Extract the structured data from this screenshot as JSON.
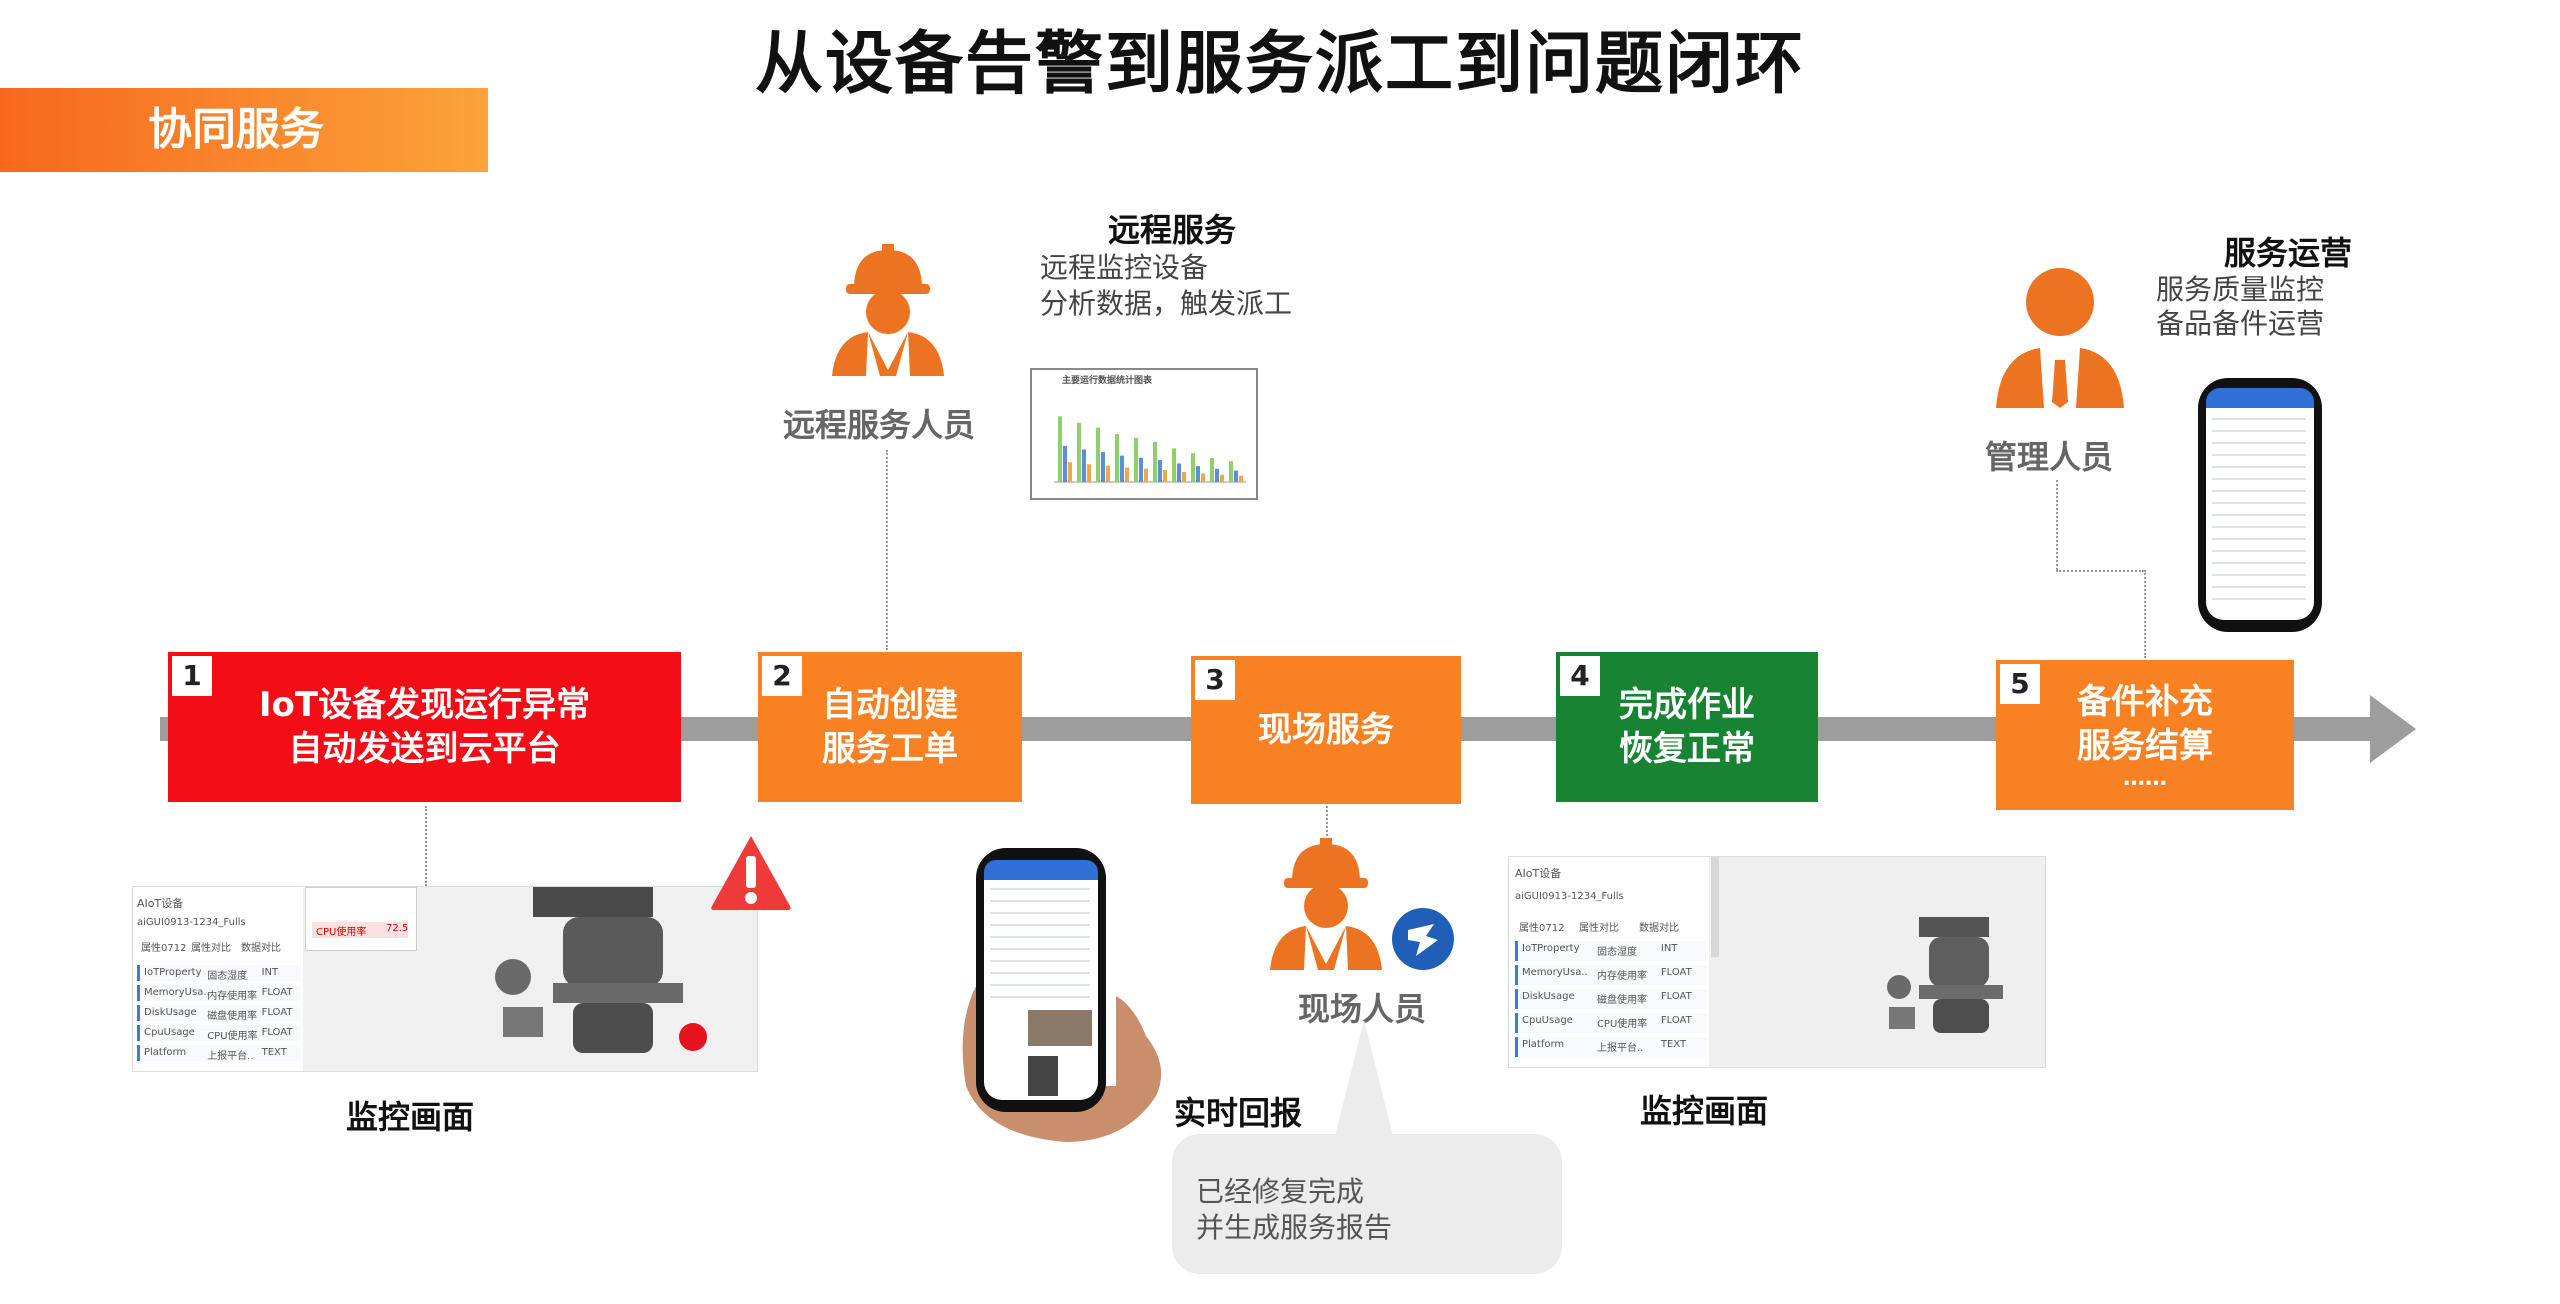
{
  "title": "从设备告警到服务派工到问题闭环",
  "section_tag": "协同服务",
  "steps": [
    {
      "num": "1",
      "line1": "IoT设备发现运行异常",
      "line2": "自动发送到云平台"
    },
    {
      "num": "2",
      "line1": "自动创建",
      "line2": "服务工单"
    },
    {
      "num": "3",
      "line1": "现场服务",
      "line2": ""
    },
    {
      "num": "4",
      "line1": "完成作业",
      "line2": "恢复正常"
    },
    {
      "num": "5",
      "line1": "备件补充",
      "line2": "服务结算",
      "line3": "……"
    }
  ],
  "remote": {
    "role": "远程服务人员",
    "heading": "远程服务",
    "desc1": "远程监控设备",
    "desc2": "分析数据，触发派工",
    "chart_title": "主要运行数据统计图表",
    "bar_heights": [
      0.82,
      0.74,
      0.68,
      0.6,
      0.55,
      0.5,
      0.42,
      0.36,
      0.3,
      0.26
    ]
  },
  "manager": {
    "role": "管理人员",
    "heading": "服务运营",
    "desc1": "服务质量监控",
    "desc2": "备品备件运营"
  },
  "field": {
    "role": "现场人员",
    "report_label": "实时回报",
    "bubble1": "已经修复完成",
    "bubble2": "并生成服务报告"
  },
  "monitor_left": {
    "caption": "监控画面",
    "header": "AIoT设备",
    "device": "aiGUI0913-1234_Fulls",
    "tabs": [
      "属性0712",
      "属性对比",
      "数据对比"
    ],
    "rows": [
      {
        "name": "IoTProperty",
        "desc": "固态湿度",
        "type": "INT"
      },
      {
        "name": "MemoryUsa..",
        "desc": "内存使用率",
        "type": "FLOAT"
      },
      {
        "name": "DiskUsage",
        "desc": "磁盘使用率",
        "type": "FLOAT"
      },
      {
        "name": "CpuUsage",
        "desc": "CPU使用率",
        "type": "FLOAT"
      },
      {
        "name": "Platform",
        "desc": "上报平台..",
        "type": "TEXT"
      }
    ],
    "alert": "CPU使用率",
    "alert_value": "72.5"
  },
  "monitor_right": {
    "caption": "监控画面",
    "header": "AIoT设备",
    "device": "aiGUI0913-1234_Fulls",
    "tabs": [
      "属性0712",
      "属性对比",
      "数据对比"
    ],
    "rows": [
      {
        "name": "IoTProperty",
        "desc": "固态湿度",
        "type": "INT"
      },
      {
        "name": "MemoryUsa..",
        "desc": "内存使用率",
        "type": "FLOAT"
      },
      {
        "name": "DiskUsage",
        "desc": "磁盘使用率",
        "type": "FLOAT"
      },
      {
        "name": "CpuUsage",
        "desc": "CPU使用率",
        "type": "FLOAT"
      },
      {
        "name": "Platform",
        "desc": "上报平台..",
        "type": "TEXT"
      }
    ]
  },
  "colors": {
    "red": "#f20d17",
    "orange": "#f88223",
    "green": "#188433",
    "timeline": "#9d9d9d",
    "person": "#ec7322"
  }
}
